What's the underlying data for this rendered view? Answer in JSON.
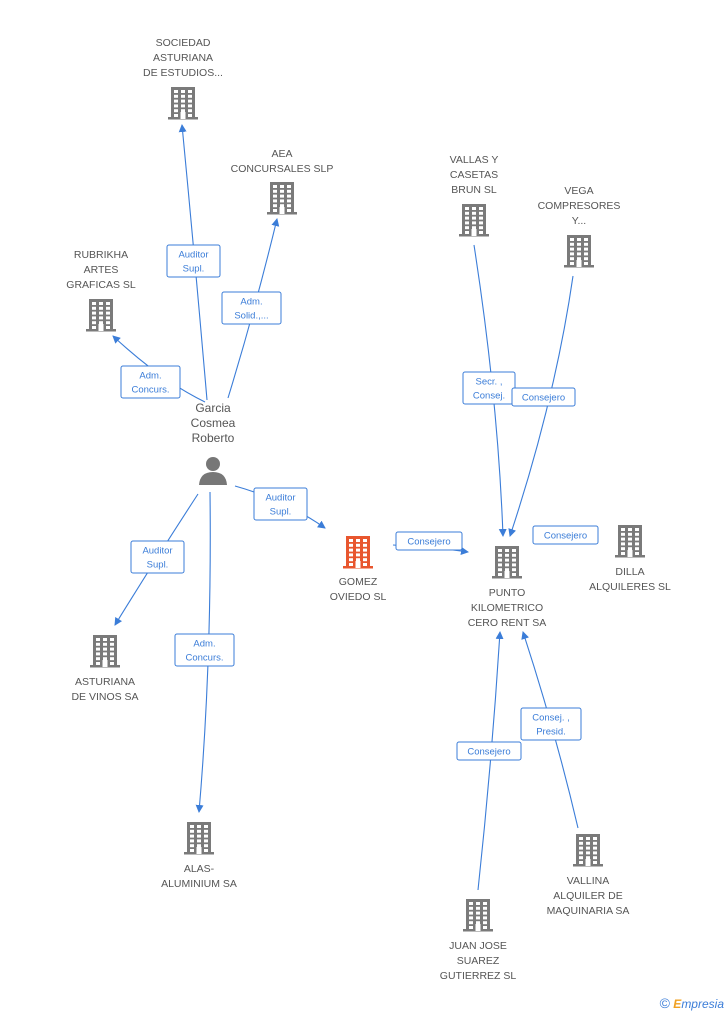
{
  "colors": {
    "building": "#7a7a7a",
    "building_highlight": "#e8562e",
    "person": "#777777",
    "edge": "#3b7dd8"
  },
  "nodes": [
    {
      "id": "sociedad",
      "type": "company",
      "lines": [
        "SOCIEDAD",
        "ASTURIANA",
        "DE ESTUDIOS..."
      ]
    },
    {
      "id": "aea",
      "type": "company",
      "lines": [
        "AEA",
        "CONCURSALES SLP"
      ]
    },
    {
      "id": "rubrikha",
      "type": "company",
      "lines": [
        "RUBRIKHA",
        "ARTES",
        "GRAFICAS SL"
      ]
    },
    {
      "id": "garcia",
      "type": "person",
      "lines": [
        "Garcia",
        "Cosmea",
        "Roberto"
      ]
    },
    {
      "id": "gomez",
      "type": "company",
      "highlight": true,
      "lines": [
        "GOMEZ",
        "OVIEDO SL"
      ]
    },
    {
      "id": "asturiana_vinos",
      "type": "company",
      "lines": [
        "ASTURIANA",
        "DE VINOS SA"
      ]
    },
    {
      "id": "alas",
      "type": "company",
      "lines": [
        "ALAS-",
        "ALUMINIUM SA"
      ]
    },
    {
      "id": "vallas",
      "type": "company",
      "lines": [
        "VALLAS Y",
        "CASETAS",
        "BRUN SL"
      ]
    },
    {
      "id": "vega",
      "type": "company",
      "lines": [
        "VEGA",
        "COMPRESORES",
        "Y..."
      ]
    },
    {
      "id": "punto",
      "type": "company",
      "lines": [
        "PUNTO",
        "KILOMETRICO",
        "CERO RENT SA"
      ]
    },
    {
      "id": "dilla",
      "type": "company",
      "lines": [
        "DILLA",
        "ALQUILERES SL"
      ]
    },
    {
      "id": "vallina",
      "type": "company",
      "lines": [
        "VALLINA",
        "ALQUILER DE",
        "MAQUINARIA SA"
      ]
    },
    {
      "id": "juanjose",
      "type": "company",
      "lines": [
        "JUAN JOSE",
        "SUAREZ",
        "GUTIERREZ SL"
      ]
    }
  ],
  "edges": [
    {
      "id": "e1",
      "from": "garcia",
      "to": "sociedad",
      "lines": [
        "Auditor",
        "Supl."
      ]
    },
    {
      "id": "e2",
      "from": "garcia",
      "to": "aea",
      "lines": [
        "Adm.",
        "Solid.,..."
      ]
    },
    {
      "id": "e3",
      "from": "garcia",
      "to": "rubrikha",
      "lines": [
        "Adm.",
        "Concurs."
      ]
    },
    {
      "id": "e4",
      "from": "garcia",
      "to": "gomez",
      "lines": [
        "Auditor",
        "Supl."
      ]
    },
    {
      "id": "e5",
      "from": "garcia",
      "to": "asturiana_vinos",
      "lines": [
        "Auditor",
        "Supl."
      ]
    },
    {
      "id": "e6",
      "from": "garcia",
      "to": "alas",
      "lines": [
        "Adm.",
        "Concurs."
      ]
    },
    {
      "id": "e7",
      "from": "gomez",
      "to": "punto",
      "lines": [
        "Consejero"
      ]
    },
    {
      "id": "e8",
      "from": "vallas",
      "to": "punto",
      "lines": [
        "Secr. ,",
        "Consej."
      ]
    },
    {
      "id": "e9",
      "from": "vega",
      "to": "punto",
      "lines": [
        "Consejero"
      ]
    },
    {
      "id": "e10",
      "from": "dilla",
      "to": "punto",
      "lines": [
        "Consejero"
      ]
    },
    {
      "id": "e11",
      "from": "vallina",
      "to": "punto",
      "lines": [
        "Consej. ,",
        "Presid."
      ]
    },
    {
      "id": "e12",
      "from": "juanjose",
      "to": "punto",
      "lines": [
        "Consejero"
      ]
    }
  ],
  "footer": {
    "copyright": "©",
    "brand_initial": "E",
    "brand_rest": "mpresia"
  }
}
